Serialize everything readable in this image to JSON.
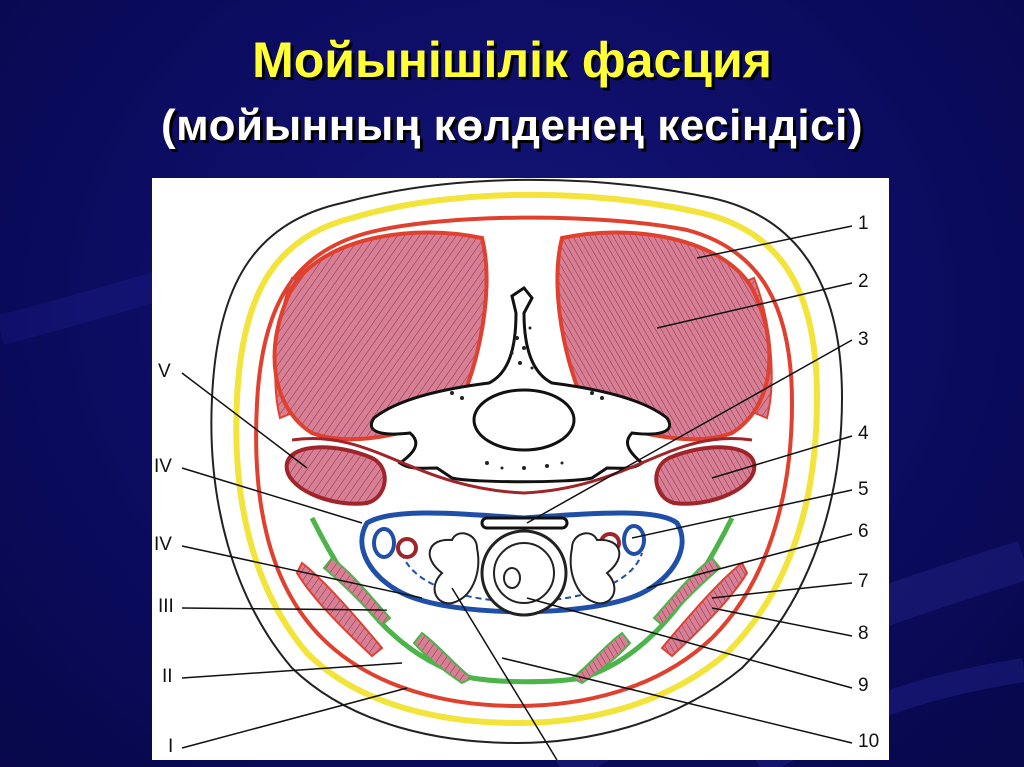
{
  "slide": {
    "title": "Мойынішілік фасция",
    "subtitle": "(мойынның көлденең кесіндісі)"
  },
  "diagram": {
    "labels_right": [
      "1",
      "2",
      "3",
      "4",
      "5",
      "6",
      "7",
      "8",
      "9",
      "10"
    ],
    "labels_left": [
      "V",
      "IV",
      "IV",
      "III",
      "II",
      "I"
    ]
  },
  "colors": {
    "fascia_I": "#f2e43a",
    "fascia_II": "#e0412f",
    "fascia_III": "#4cb44a",
    "fascia_IV": "#1f4fa8",
    "fascia_V": "#a0252a",
    "muscle": "#d77f95"
  }
}
